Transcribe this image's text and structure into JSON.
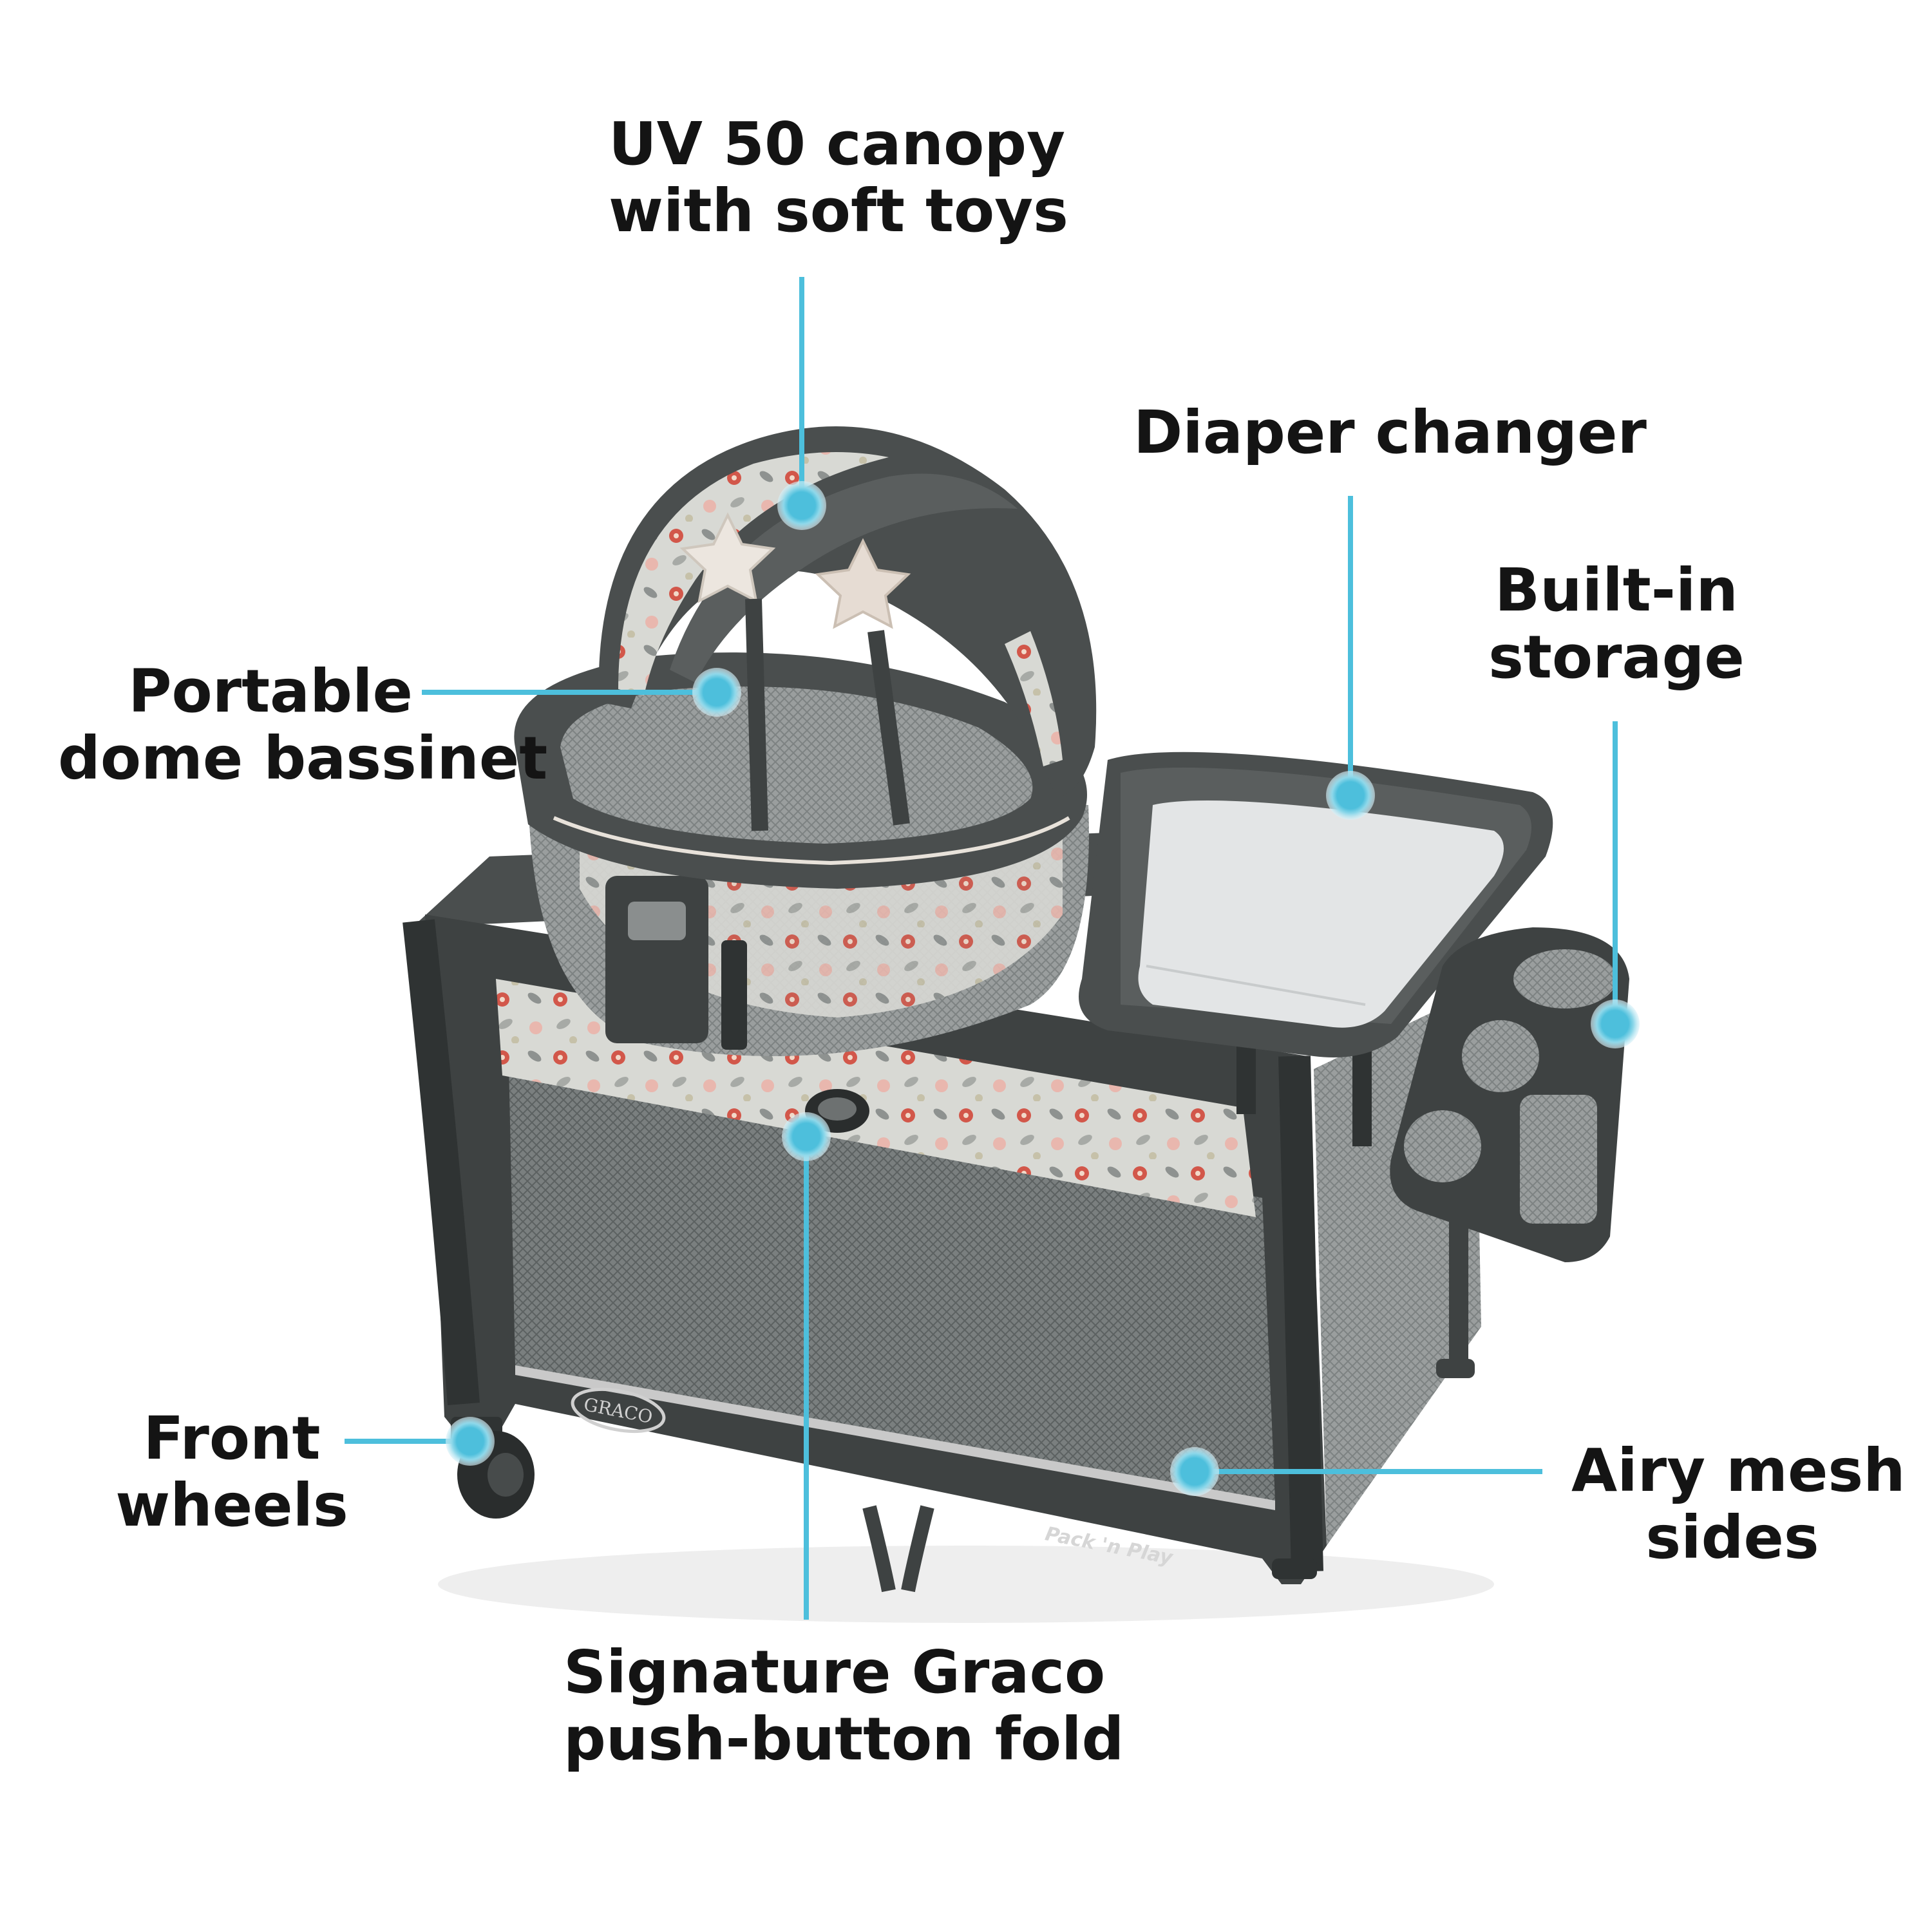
{
  "colors": {
    "background": "#ffffff",
    "accent": "#4dbfdc",
    "text": "#141414",
    "frame_dark": "#3e4242",
    "mesh": "#6f7474",
    "fabric_light": "#d9dad6",
    "flower_red": "#d2574a",
    "mattress": "#e3e5e6"
  },
  "callouts": {
    "canopy": {
      "line1": "UV 50 canopy",
      "line2": "with soft toys"
    },
    "diaper": {
      "line1": "Diaper changer"
    },
    "storage": {
      "line1": "Built-in",
      "line2": "storage"
    },
    "bassinet": {
      "line1": "Portable",
      "line2": "dome bassinet"
    },
    "wheels": {
      "line1": "Front",
      "line2": "wheels"
    },
    "mesh": {
      "line1": "Airy mesh",
      "line2": "sides"
    },
    "fold": {
      "line1": "Signature Graco",
      "line2": "push-button fold"
    }
  },
  "product": {
    "brand_logo_text": "GRACO",
    "model_logo_text": "Pack 'n Play"
  }
}
